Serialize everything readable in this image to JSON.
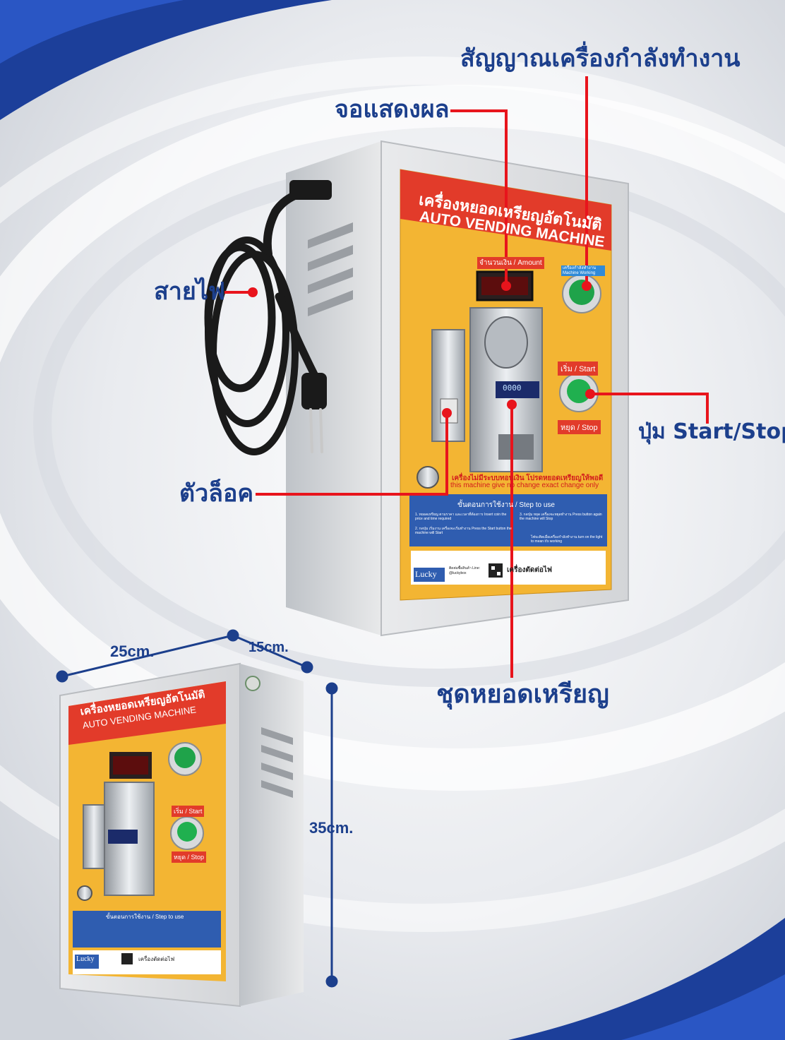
{
  "callouts": {
    "power_signal": "สัญญาณเครื่องกำลังทำงาน",
    "display": "จอแสดงผล",
    "power_cord": "สายไฟ",
    "start_stop": "ปุ่ม  Start/Stop",
    "lock": "ตัวล็อค",
    "coin_acceptor": "ชุดหยอดเหรียญ"
  },
  "dimensions": {
    "width": "25cm.",
    "depth": "15cm.",
    "height": "35cm."
  },
  "machine": {
    "title_th": "เครื่องหยอดเหรียญอัตโนมัติ",
    "title_en": "AUTO VENDING MACHINE",
    "amount_label": "จำนวนเงิน / Amount",
    "working_label": "เครื่องกำลังทำงาน Machine Working",
    "start_label": "เริ่ม / Start",
    "stop_label": "หยุด / Stop",
    "no_change_th": "เครื่องไม่มีระบบทอนเงิน โปรดหยอดเหรียญให้พอดี",
    "no_change_en": "this machine give no change exact change only",
    "steps_title": "ขั้นตอนการใช้งาน / Step to use",
    "step1": "1. หยอดเหรียญ ตามราคา และเวลาที่ต้องการ Insert coin the price and time required",
    "step2": "2. กดปุ่ม เริ่มงาน เครื่องจะเริ่มทำงาน Press the Start button the machine will Start",
    "step3": "3. กดปุ่ม หยุด เครื่องจะหยุดทำงาน Press button again the machine will Stop",
    "light_note": "ไฟจะติดเมื่อเครื่องกำลังทำงาน turn on the light to mean it's working",
    "brand": "Lucky",
    "line_label": "ติดต่อซื้อสินค้า Line: @luckybox",
    "device_name": "เครื่องตัดต่อไฟ",
    "counter": "0000"
  },
  "colors": {
    "accent_blue": "#1c3f8c",
    "callout_red": "#e8141c",
    "panel_yellow": "#f3b533",
    "header_red": "#e23b2a",
    "steps_blue": "#2f5db0"
  }
}
